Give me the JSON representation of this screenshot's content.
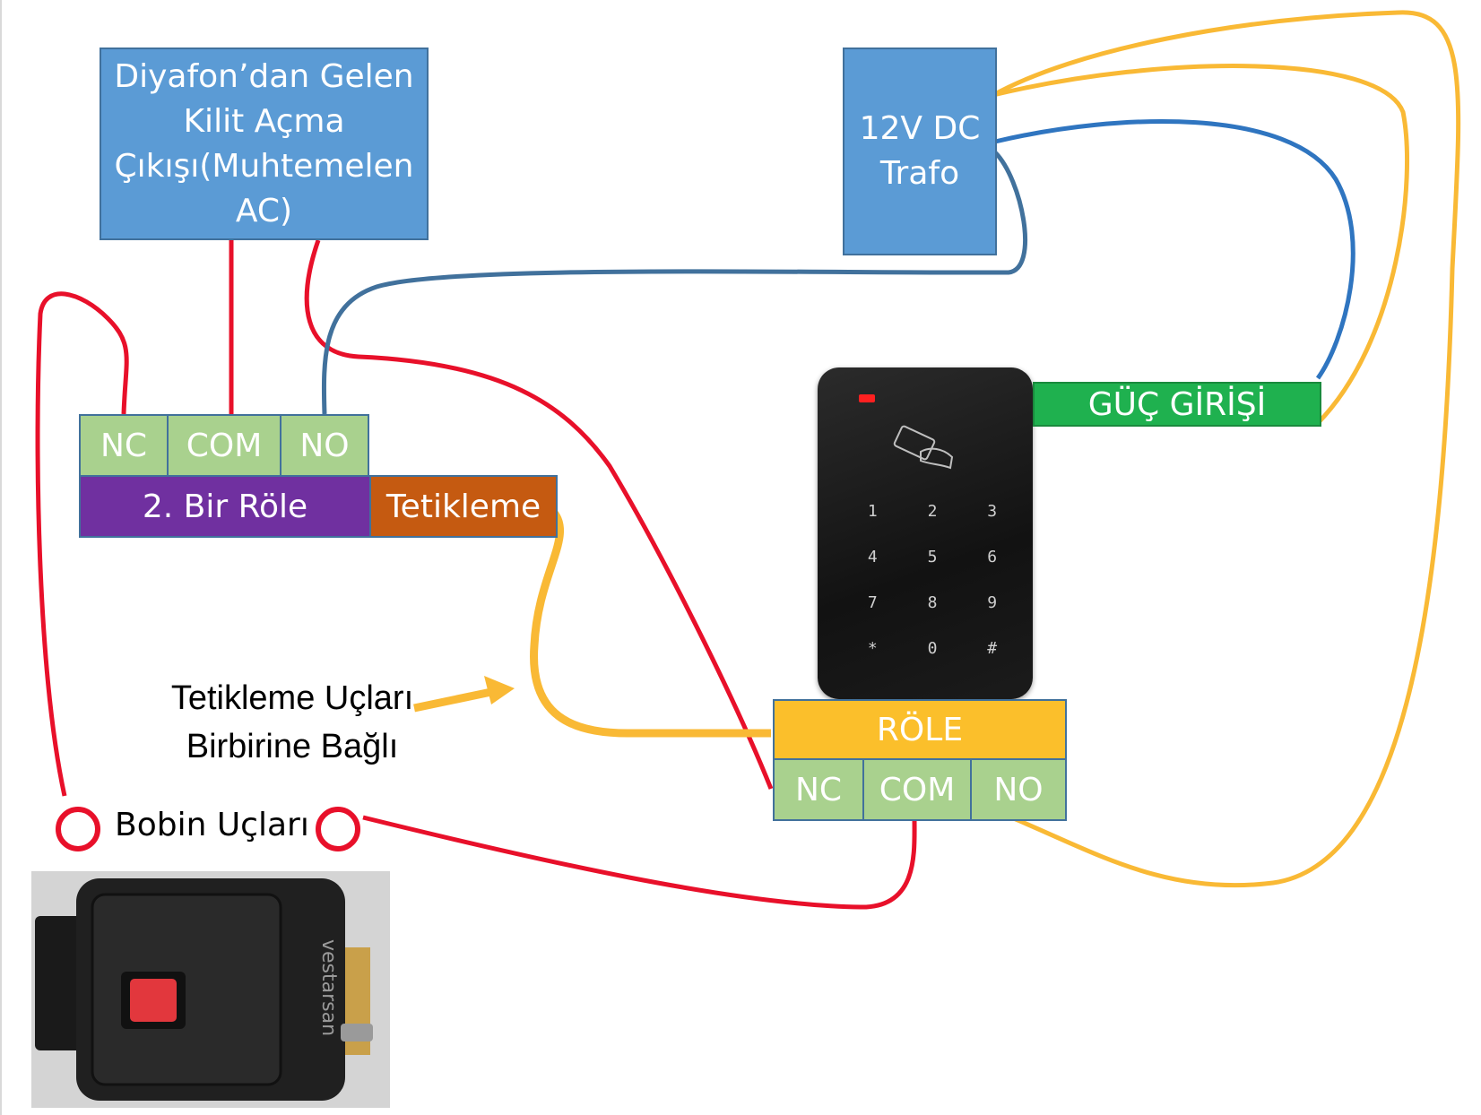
{
  "diyafon_box": {
    "text": "Diyafon’dan Gelen Kilit Açma Çıkışı(Muhtemelen AC)"
  },
  "trafo_box": {
    "text": "12V DC Trafo"
  },
  "relay2": {
    "nc": "NC",
    "com": "COM",
    "no": "NO",
    "name": "2. Bir Röle",
    "trigger": "Tetikleme"
  },
  "guc_girisi": "GÜÇ GİRİŞİ",
  "relay1": {
    "title": "RÖLE",
    "nc": "NC",
    "com": "COM",
    "no": "NO"
  },
  "tetikleme_note": {
    "line1": "Tetikleme Uçları",
    "line2": "Birbirine Bağlı"
  },
  "bobin_label": "Bobin Uçları",
  "keypad": {
    "keys": [
      "1",
      "2",
      "3",
      "4",
      "5",
      "6",
      "7",
      "8",
      "9",
      "*",
      "0",
      "#"
    ]
  },
  "lock": {
    "brand": "vestarsan",
    "icon": "electric-door-lock"
  },
  "colors": {
    "red_wire": "#e8102a",
    "yellow_wire": "#f9b935",
    "blue_wire": "#2f75c0",
    "purple": "#7030a0",
    "orange": "#c55a11",
    "green": "#1fb14f",
    "yellow_box": "#fbbf2b"
  }
}
